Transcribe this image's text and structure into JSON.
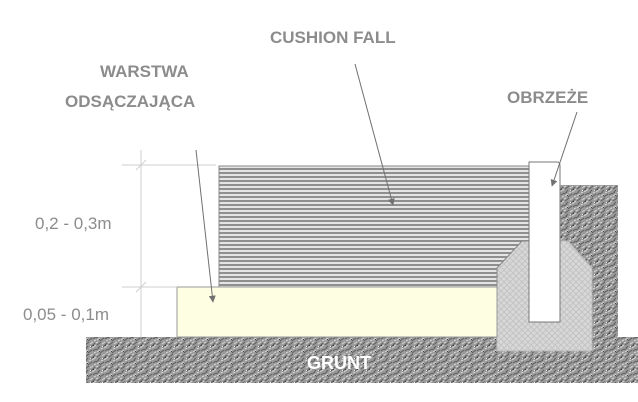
{
  "diagram": {
    "title_labels": {
      "cushion_fall": "CUSHION FALL",
      "drainage_layer_line1": "WARSTWA",
      "drainage_layer_line2": "ODSĄCZAJĄCA",
      "curb": "OBRZEŻE",
      "ground": "GRUNT"
    },
    "dimensions": {
      "cushion_thickness": "0,2 - 0,3m",
      "drainage_thickness": "0,05 - 0,1m"
    },
    "colors": {
      "label_gray": "#8c8c8c",
      "drainage_fill": "#fefee2",
      "concrete_fill": "#dcdcdc",
      "ground_fill": "#8a8a8a",
      "cushion_stripe": "#8f8f8f"
    }
  }
}
